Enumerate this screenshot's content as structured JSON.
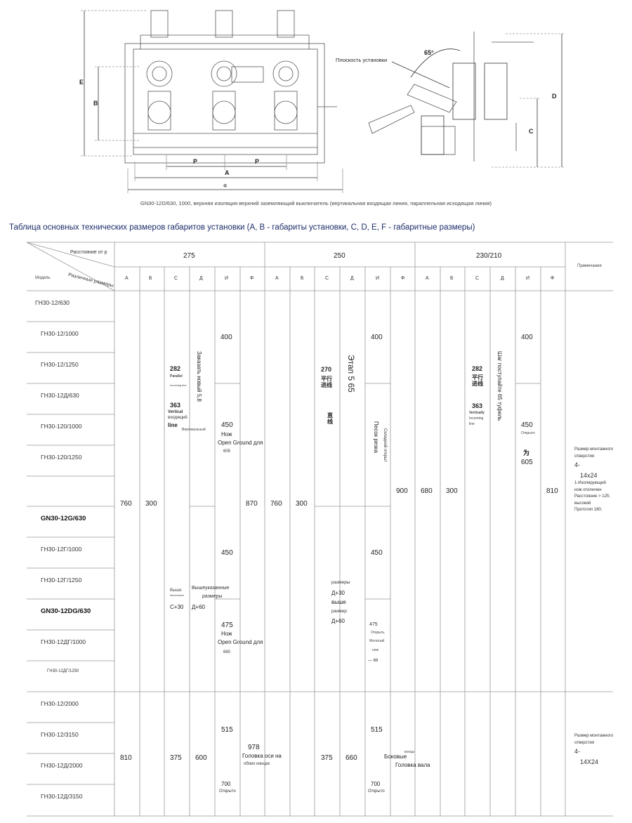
{
  "drawing": {
    "front_labels": {
      "E": "E",
      "B": "B",
      "P1": "P",
      "P2": "P",
      "A": "A",
      "F": "Ф"
    },
    "side_labels": {
      "plane": "Плоскость установки",
      "angle": "65°",
      "D": "D",
      "C": "C"
    },
    "caption": "GN30-12D/630, 1000, верхняя изоляция верхний заземляющий выключатель (вертикальная входящая линия, параллельная исходящая линия)"
  },
  "heading": "Таблица основных технических размеров габаритов установки (A, B - габариты установки, C, D, E, F - габаритные размеры)",
  "table": {
    "corner": {
      "top": "Расстояние от р",
      "middle": "Различные размеры",
      "bottom": "Модель"
    },
    "groups": [
      "275",
      "250",
      "230/210"
    ],
    "remarks_header": "Примечания",
    "subheaders": [
      "А",
      "Б",
      "С",
      "Д",
      "И",
      "Ф",
      "А",
      "Б",
      "С",
      "Д",
      "И",
      "Ф",
      "А",
      "Б",
      "С",
      "Д",
      "И",
      "Ф"
    ],
    "models": [
      "ГН30-12/630",
      "ГН30-12/1000",
      "ГН30-12/1250",
      "ГН30-12Д/630",
      "ГН30-120/1000",
      "ГН30-120/1250",
      "",
      "GN30-12G/630",
      "ГН30-12Г/1000",
      "ГН30-12Г/1250",
      "GN30-12DG/630",
      "ГН30-12ДГ/1000",
      "ГН30-12ДГ/1250",
      "ГН30-12/2000",
      "ГН30-12/3150",
      "ГН30-12Д/2000",
      "ГН30-12Д/3150"
    ],
    "cells": {
      "a760": "760",
      "b300": "300",
      "f870": "870",
      "a760b": "760",
      "b300b": "300",
      "f900": "900",
      "a680": "680",
      "b300c": "300",
      "f810": "810",
      "e400a": "400",
      "e400b": "400",
      "e400c": "400",
      "c282": "282",
      "c282_sub1": "Parallel",
      "c282_sub2": "Incoming line",
      "c363": "363",
      "c363_sub1": "Vertical",
      "c363_sub2": "входящий",
      "c363_sub3": "line",
      "d_vert1": "Заказать новый 5,8",
      "d_small1": "Вертикальный",
      "e450a": "450",
      "e450a_sub1": "Нож",
      "e450a_sub2": "Open Ground для",
      "e450a_sub3": "605",
      "c270": "270",
      "c270_sub": "平行进线",
      "c270_sub2": "直线",
      "d_vert2": "Этап 5 65",
      "e_vert2a": "Песок резка",
      "e_vert2b": "Складной открыт",
      "c282c": "282",
      "c282c_sub": "平行进线",
      "c363c": "363",
      "c363c_sub1": "Vertically",
      "c363c_sub2": "Incoming",
      "c363c_sub3": "line",
      "d_vert3": "Шаг поступайте 65 туфель",
      "e450c": "450",
      "e450c_sub1": "Открыто",
      "e450c_sub2": "为",
      "e450c_sub3": "605",
      "e450d": "450",
      "e450e": "450",
      "c_above1": "Выше",
      "c_above2": "dimensions",
      "c_above3": "C+30",
      "d_above1": "Вышеуказанные",
      "d_above2": "размеры",
      "d_above3": "Д+60",
      "c_mid1": "размеры",
      "c_mid2": "Д+30",
      "c_mid3": "выше",
      "c_mid4": "размер",
      "c_mid5": "Д+60",
      "e475a": "475",
      "e475a_sub1": "Нож",
      "e475a_sub2": "Open Ground для",
      "e475a_sub3": "660",
      "e475b": "475",
      "e475b_sub1": "Открыть",
      "e475b_sub2": "Молотый",
      "e475b_sub3": "нож",
      "e475b_sub4": "— 66",
      "a810": "810",
      "c375": "375",
      "d600": "600",
      "e515a": "515",
      "e515a_sub1": "700",
      "e515a_sub2": "Открыто",
      "f978": "978",
      "f978_sub1": "Головка оси на",
      "f978_sub2": "обоих концах",
      "c375b": "375",
      "d660": "660",
      "e515b": "515",
      "e515b_sub1": "700",
      "e515b_sub2": "Открыто",
      "f_side1": "Боковые",
      "f_side2": "концы",
      "f_side3": "Головка вала"
    },
    "remarks1": [
      "Размер монтажного",
      "отверстия",
      "4-",
      "14x24",
      "1-Изолирующий",
      "нож отключен",
      "Расстояние > 125;",
      "высокий",
      "Прототип 160;"
    ],
    "remarks2": [
      "Размер монтажного",
      "отверстия",
      "4-",
      "14X24"
    ]
  }
}
